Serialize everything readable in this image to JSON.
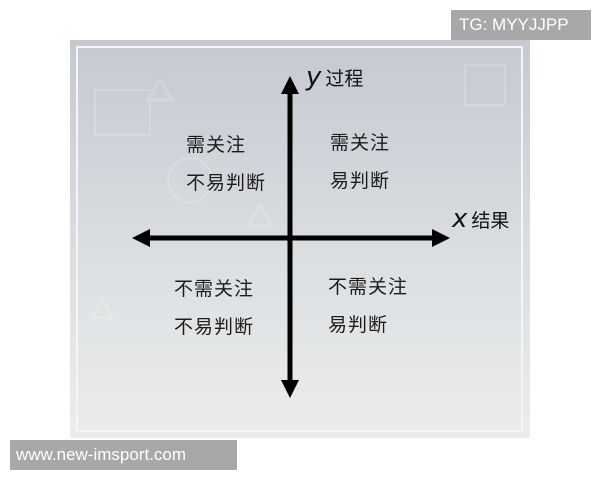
{
  "watermarks": {
    "top_right": "TG: MYYJJPP",
    "bottom_left": "www.new-imsport.com"
  },
  "diagram": {
    "type": "quadrant",
    "y_axis": {
      "variable": "y",
      "label": "过程"
    },
    "x_axis": {
      "variable": "x",
      "label": "结果"
    },
    "quadrants": {
      "top_left": {
        "line1": "需关注",
        "line2": "不易判断"
      },
      "top_right": {
        "line1": "需关注",
        "line2": "易判断"
      },
      "bottom_left": {
        "line1": "不需关注",
        "line2": "不易判断"
      },
      "bottom_right": {
        "line1": "不需关注",
        "line2": "易判断"
      }
    },
    "colors": {
      "axis": "#000000",
      "text": "#1c1c1c",
      "background_top": "#c5c9d0",
      "background_bottom": "#ebeced",
      "watermark_bg": "#a8a8a8"
    }
  }
}
